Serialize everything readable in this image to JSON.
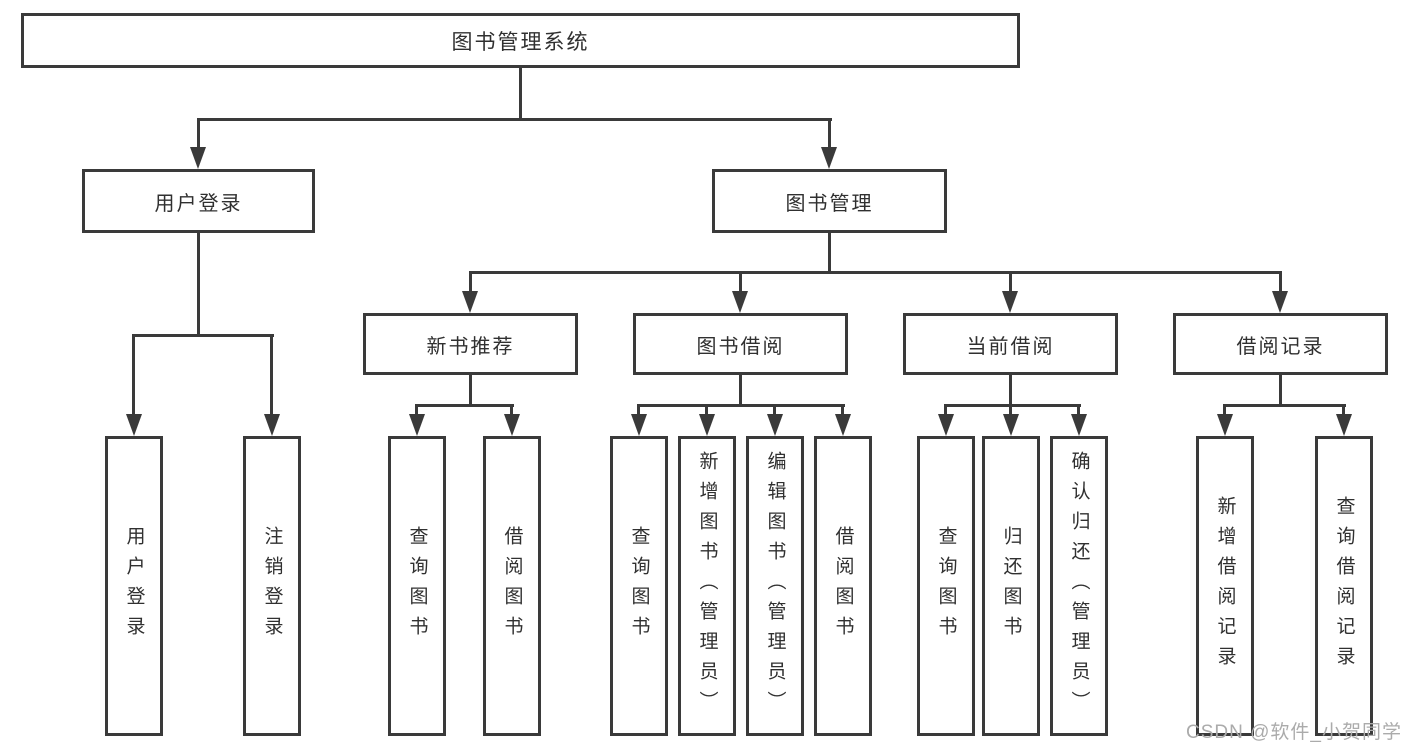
{
  "tree": {
    "root": {
      "label": "图书管理系统",
      "children": [
        {
          "label": "用户登录",
          "children": [
            {
              "label": "用户登录"
            },
            {
              "label": "注销登录"
            }
          ]
        },
        {
          "label": "图书管理",
          "children": [
            {
              "label": "新书推荐",
              "children": [
                {
                  "label": "查询图书"
                },
                {
                  "label": "借阅图书"
                }
              ]
            },
            {
              "label": "图书借阅",
              "children": [
                {
                  "label": "查询图书"
                },
                {
                  "label": "新增图书（管理员）"
                },
                {
                  "label": "编辑图书（管理员）"
                },
                {
                  "label": "借阅图书"
                }
              ]
            },
            {
              "label": "当前借阅",
              "children": [
                {
                  "label": "查询图书"
                },
                {
                  "label": "归还图书"
                },
                {
                  "label": "确认归还（管理员）"
                }
              ]
            },
            {
              "label": "借阅记录",
              "children": [
                {
                  "label": "新增借阅记录"
                },
                {
                  "label": "查询借阅记录"
                }
              ]
            }
          ]
        }
      ]
    }
  },
  "watermark": {
    "text": "CSDN @软件_小贺同学"
  },
  "colors": {
    "line": "#3a3a3a",
    "node_border": "#3a3a3a",
    "node_text": "#303030",
    "watermark_text": "#ababab",
    "background": "#ffffff"
  }
}
